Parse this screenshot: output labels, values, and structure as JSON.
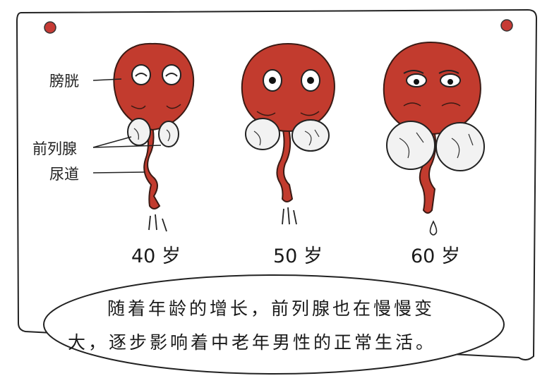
{
  "labels": {
    "bladder": "膀胱",
    "prostate": "前列腺",
    "urethra": "尿道"
  },
  "stages": [
    {
      "age": "40 岁"
    },
    {
      "age": "50 岁"
    },
    {
      "age": "60 岁"
    }
  ],
  "caption": {
    "line1": "随着年龄的增长，前列腺也在慢慢变",
    "line2": "大，逐步影响着中老年男性的正常生活。"
  },
  "colors": {
    "organ": "#c23b2e",
    "organ_outline": "#3a1a14",
    "prostate_fill": "#f2f2f2",
    "pin": "#c63b35",
    "line": "#222222"
  }
}
